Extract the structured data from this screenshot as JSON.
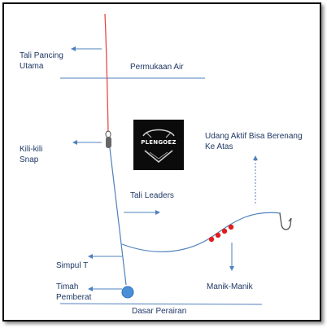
{
  "labels": {
    "main_line": "Tali Pancing\nUtama",
    "water_surface": "Permukaan Air",
    "swivel_snap": "Kili-kili\nSnap",
    "live_shrimp": "Udang Aktif Bisa Berenang\nKe Atas",
    "leader_line": "Tali Leaders",
    "knot_t": "Simpul T",
    "sinker": "Timah\nPemberat",
    "beads": "Manik-Manik",
    "bottom": "Dasar Perairan"
  },
  "logo": {
    "text": "PLENGOEZ"
  },
  "colors": {
    "label_text": "#1f3864",
    "arrow": "#4f81bd",
    "main_line": "#e84a4a",
    "leader_line": "#4f81bd",
    "beads": "#e21b1b",
    "sinker": "#4a90d9",
    "swivel": "#555555"
  }
}
